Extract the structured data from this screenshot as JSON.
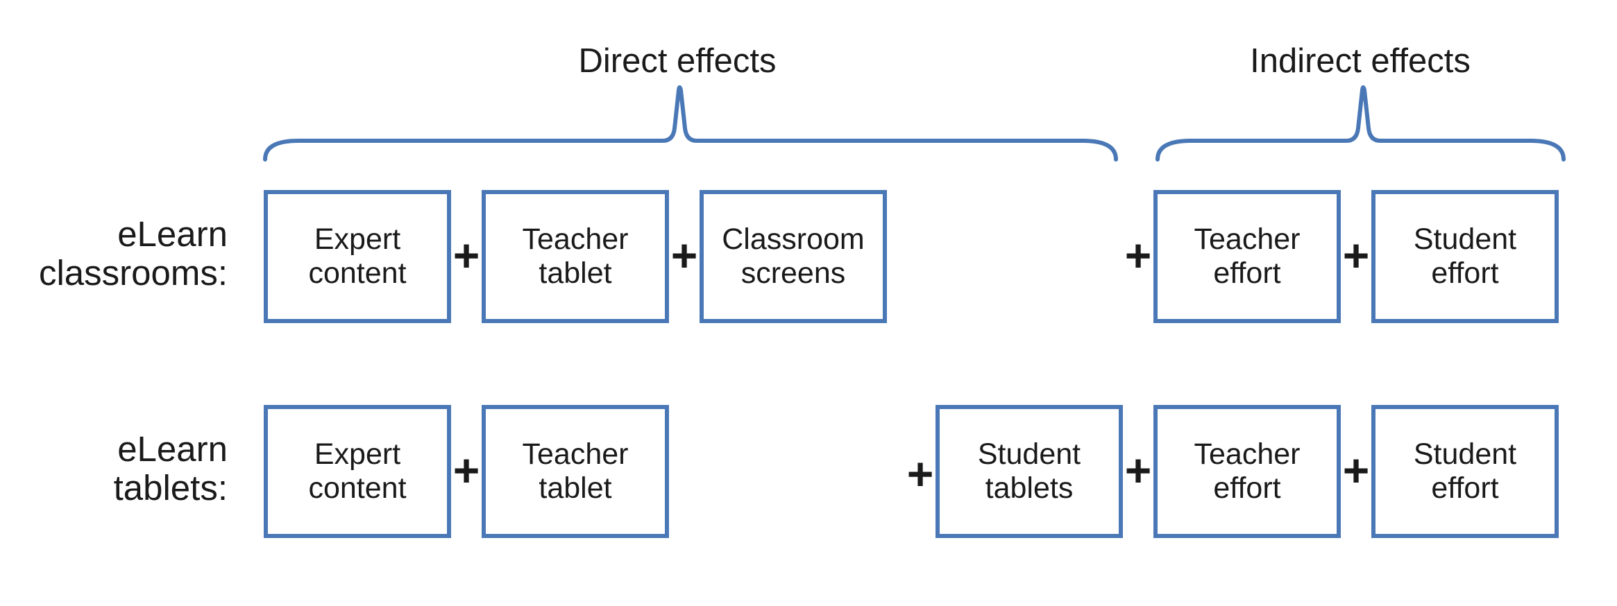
{
  "groups": {
    "direct": {
      "title": "Direct effects"
    },
    "indirect": {
      "title": "Indirect effects"
    }
  },
  "rows": {
    "classrooms": {
      "label_line1": "eLearn",
      "label_line2": "classrooms:",
      "boxes": [
        {
          "line1": "Expert",
          "line2": "content"
        },
        {
          "line1": "Teacher",
          "line2": "tablet"
        },
        {
          "line1": "Classroom",
          "line2": "screens"
        },
        {
          "line1": "Teacher",
          "line2": "effort"
        },
        {
          "line1": "Student",
          "line2": "effort"
        }
      ]
    },
    "tablets": {
      "label_line1": "eLearn",
      "label_line2": "tablets:",
      "boxes": [
        {
          "line1": "Expert",
          "line2": "content"
        },
        {
          "line1": "Teacher",
          "line2": "tablet"
        },
        {
          "line1": "Student",
          "line2": "tablets"
        },
        {
          "line1": "Teacher",
          "line2": "effort"
        },
        {
          "line1": "Student",
          "line2": "effort"
        }
      ]
    }
  },
  "operator": "+",
  "colors": {
    "box_border": "#4a78b6",
    "brace": "#4a78b6",
    "text": "#1a1a1a"
  }
}
